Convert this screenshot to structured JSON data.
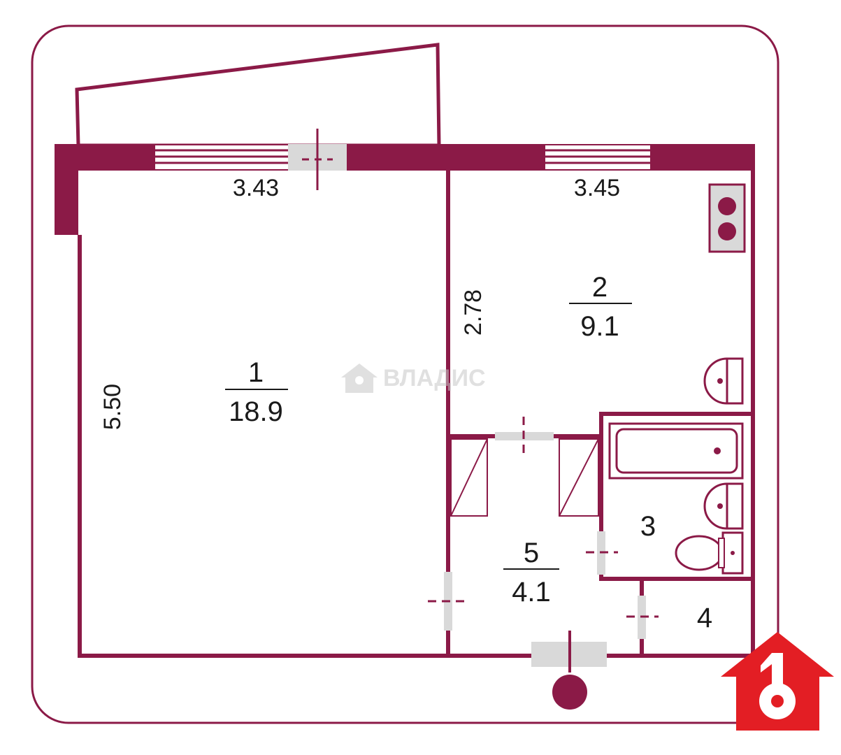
{
  "colors": {
    "wall": "#8b1a47",
    "opening": "#d9d9d9",
    "logo_red": "#e31e24",
    "watermark": "#c8c8c8",
    "frame": "#8b1a47"
  },
  "rooms": [
    {
      "number": "1",
      "area": "18.9"
    },
    {
      "number": "2",
      "area": "9.1"
    },
    {
      "number": "3"
    },
    {
      "number": "4"
    },
    {
      "number": "5",
      "area": "4.1"
    }
  ],
  "dimensions": {
    "room1_width": "3.43",
    "room2_width": "3.45",
    "room1_length": "5.50",
    "room2_length": "2.78"
  },
  "watermark": {
    "text": "ВЛАДИС"
  },
  "fixtures": {
    "stove": "stove-icon",
    "kitchen_sink": "sink-icon",
    "bathtub": "bathtub-icon",
    "bath_sink": "sink-icon",
    "toilet": "toilet-icon",
    "entrance": "entrance-marker-icon"
  },
  "logo": {
    "icon": "house-key-logo-icon"
  }
}
